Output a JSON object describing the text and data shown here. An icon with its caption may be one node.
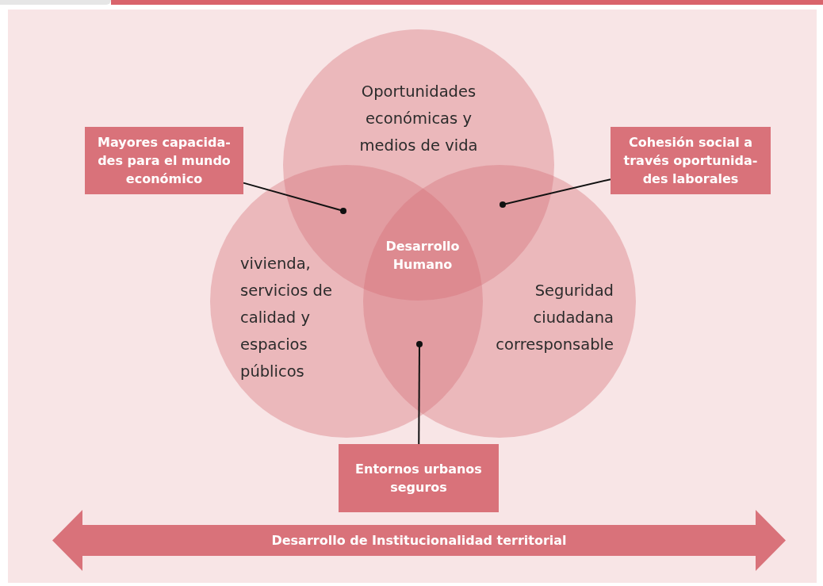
{
  "diagram": {
    "nodes": [
      {
        "text": [
          "Oportunidades económicas y medios de vida"
        ]
      },
      {
        "text": [
          "Mayores capacida- des para el mundo económico"
        ]
      },
      {
        "text": [
          "Cohesión social a través oportunida- des laborales"
        ]
      },
      {
        "text": [
          "vivienda, servicios de calidad y espacios públicos"
        ]
      },
      {
        "text": [
          "Seguridad ciudadana corresponsable"
        ]
      },
      {
        "text": [
          "Entornos urbanos seguros"
        ]
      },
      {
        "text": [
          "Desarrollo de Institucionalidad territorial"
        ]
      }
    ],
    "edges": [
      {
        "from": 1,
        "to": 0,
        "arrow": "other"
      },
      {
        "from": 2,
        "to": 0,
        "arrow": "other"
      },
      {
        "from": 5,
        "to": 3,
        "arrow": "other"
      }
    ],
    "labels": [
      "Desarrollo Humano"
    ]
  }
}
